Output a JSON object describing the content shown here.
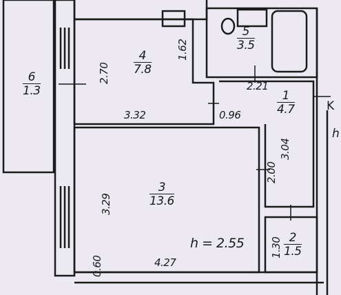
{
  "rooms": [
    {
      "number": "6",
      "area": "1.3"
    },
    {
      "number": "4",
      "area": "7.8"
    },
    {
      "number": "5",
      "area": "3.5"
    },
    {
      "number": "1",
      "area": "4.7"
    },
    {
      "number": "3",
      "area": "13.6"
    },
    {
      "number": "2",
      "area": "1.5"
    }
  ],
  "dimensions": {
    "d_2_70": "2.70",
    "d_1_62": "1.62",
    "d_3_32": "3.32",
    "d_0_96": "0.96",
    "d_2_21": "2.21",
    "d_3_04": "3.04",
    "d_2_00": "2.00",
    "d_3_29": "3.29",
    "d_1_30": "1.30",
    "d_0_60": "0.60",
    "d_4_27": "4.27"
  },
  "ceiling_height": "h = 2.55",
  "edge_text": {
    "k": "K",
    "h": "h"
  },
  "colors": {
    "wall": "#1a1a1a",
    "background": "#ece9f2"
  }
}
